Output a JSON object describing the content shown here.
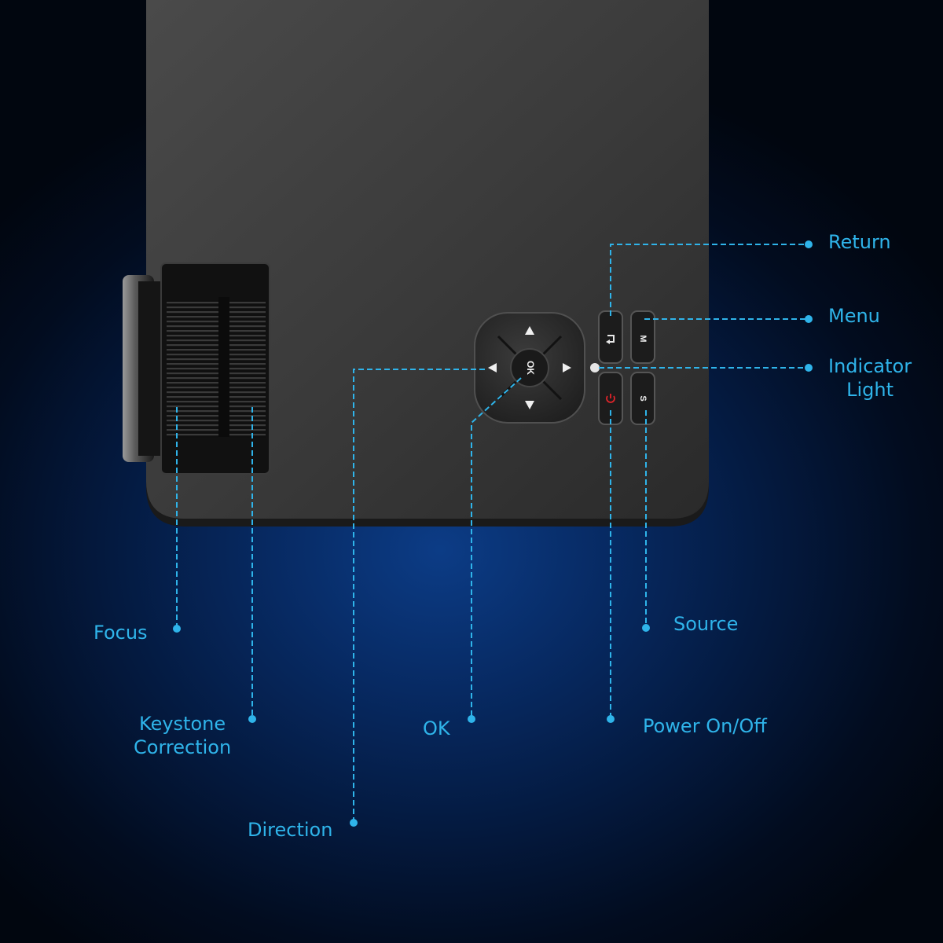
{
  "colors": {
    "accent": "#2fb4ea",
    "body": "#3a3a3a",
    "power_icon": "#e0242a"
  },
  "buttons": {
    "ok": "OK",
    "return_icon": "return-arrow-icon",
    "menu": "M",
    "source": "S",
    "power_icon": "power-icon"
  },
  "callouts": {
    "return": "Return",
    "menu": "Menu",
    "indicator_line1": "Indicator",
    "indicator_line2": "Light",
    "source": "Source",
    "power": "Power On/Off",
    "focus": "Focus",
    "keystone_line1": "Keystone",
    "keystone_line2": "Correction",
    "ok": "OK",
    "direction": "Direction"
  }
}
